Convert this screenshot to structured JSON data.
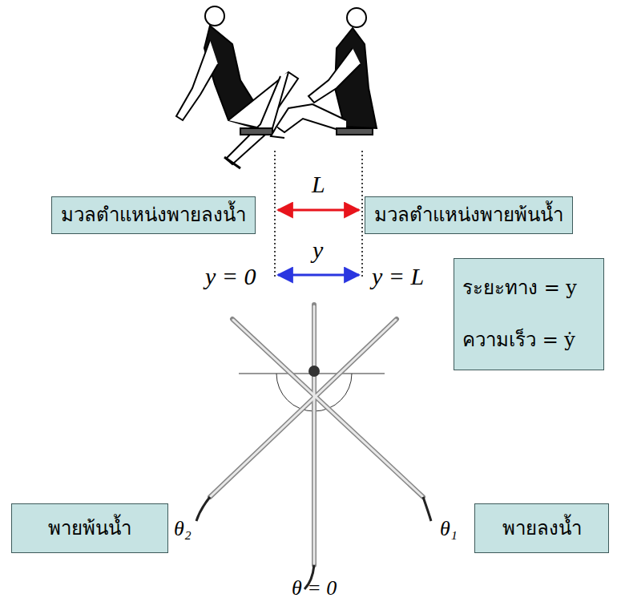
{
  "diagram": {
    "nodes": [
      {
        "text": [
          "มวลตำแหน่งพายลงน้ำ"
        ]
      },
      {
        "text": [
          "มวลตำแหน่งพายพ้นน้ำ"
        ]
      },
      {
        "text": [
          "ระยะทาง = y",
          "ความเร็ว = ẏ"
        ]
      },
      {
        "text": [
          "พายพ้นน้ำ"
        ]
      },
      {
        "text": [
          "พายลงน้ำ"
        ]
      }
    ],
    "labels": [
      "L",
      "y",
      "y = 0",
      "y = L",
      "θ₂",
      "θ₁",
      "θ = 0"
    ]
  }
}
